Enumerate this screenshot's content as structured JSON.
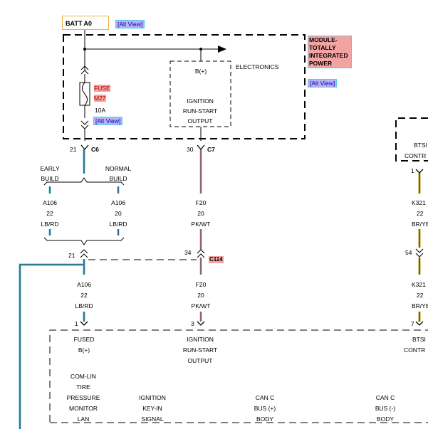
{
  "battery": {
    "label": "BATT A0",
    "alt_view": "[Alt View]"
  },
  "module": {
    "name_lines": [
      "MODULE-",
      "TOTALLY",
      "INTEGRATED",
      "POWER"
    ],
    "alt_view": "[Alt View]",
    "electronics_label": "ELECTRONICS",
    "fuse_label": "FUSE",
    "fuse_id": "M27",
    "fuse_rating": "10A",
    "fuse_alt_view": "[Alt View]",
    "bplus": "B(+)",
    "ignition_output": [
      "IGNITION",
      "RUN-START",
      "OUTPUT"
    ]
  },
  "connectors": {
    "c6": {
      "name": "C6",
      "pin": "21"
    },
    "c7": {
      "name": "C7",
      "pin": "30"
    },
    "c114": {
      "name": "C114",
      "pin_left": "21",
      "pin_right": "34"
    },
    "btsi_pin_top": "1",
    "btsi_pin_mid": "54",
    "btsi_pin_bottom": "7",
    "bottom_pin_left": "1",
    "bottom_pin_mid": "3"
  },
  "builds": {
    "early": [
      "EARLY",
      "BUILD"
    ],
    "normal": [
      "NORMAL",
      "BUILD"
    ]
  },
  "wires": {
    "a106_early": [
      "A106",
      "22",
      "LB/RD"
    ],
    "a106_normal": [
      "A106",
      "20",
      "LB/RD"
    ],
    "f20_upper": [
      "F20",
      "20",
      "PK/WT"
    ],
    "k321_upper": [
      "K321",
      "22",
      "BR/YE"
    ],
    "a106_lower": [
      "A106",
      "22",
      "LB/RD"
    ],
    "f20_lower": [
      "F20",
      "20",
      "PK/WT"
    ],
    "k321_lower": [
      "K321",
      "22",
      "BR/YE"
    ]
  },
  "btsi": {
    "top_lines": [
      "BTSI",
      "CONTR"
    ],
    "bottom_lines": [
      "BTSI",
      "CONTR"
    ]
  },
  "bottom_module": {
    "fused_bplus": [
      "FUSED",
      "B(+)"
    ],
    "ignition_output": [
      "IGNITION",
      "RUN-START",
      "OUTPUT"
    ],
    "com_lin": [
      "COM-LIN",
      "TIRE",
      "PRESSURE",
      "MONITOR",
      "LAN"
    ],
    "ign_key_in": [
      "IGNITION",
      "KEY-IN",
      "SIGNAL"
    ],
    "can_c_plus": [
      "CAN C",
      "BUS (+)",
      "BODY"
    ],
    "can_c_minus": [
      "CAN C",
      "BUS (-)",
      "BODY"
    ]
  },
  "colors": {
    "lb_wire": "#4fc3e8",
    "pk_wire": "#e8a3bc",
    "br_ye_wire": "#b8a020",
    "highlight_red": "#f4a3a3",
    "highlight_blue": "#b9b3f0"
  }
}
